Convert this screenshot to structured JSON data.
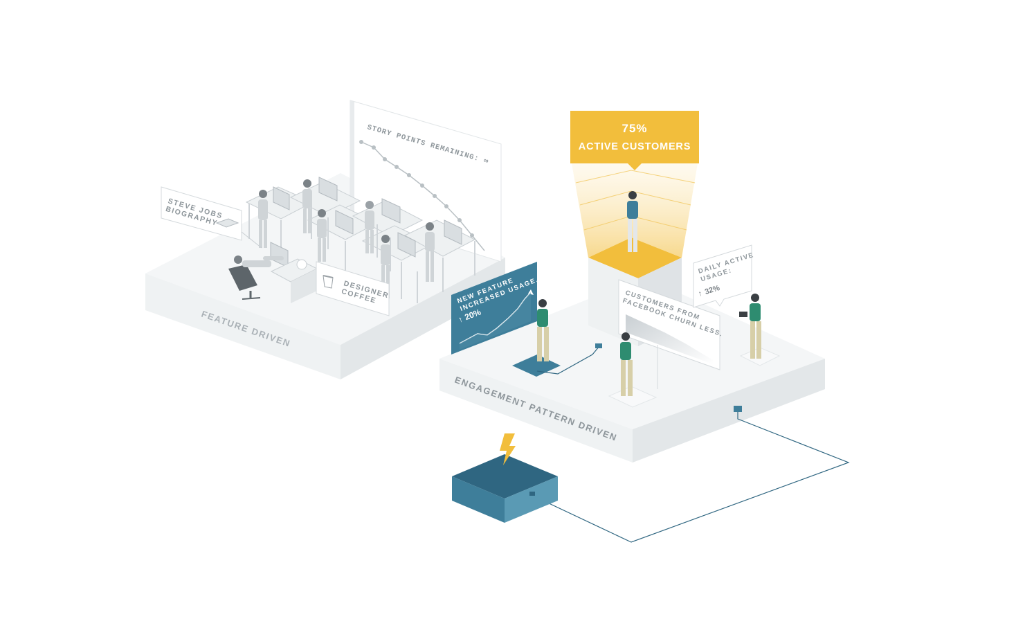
{
  "scene": {
    "feature_zone_label": "FEATURE DRIVEN",
    "engagement_zone_label": "ENGAGEMENT PATTERN DRIVEN",
    "story_board_title": "STORY POINTS REMAINING: ∞",
    "steve_jobs_card": [
      "STEVE JOBS",
      "BIOGRAPHY"
    ],
    "coffee_card": [
      "DESIGNER",
      "COFFEE"
    ],
    "feature_usage_panel": {
      "lines": [
        "NEW FEATURE",
        "INCREASED USAGE."
      ],
      "stat": "20%",
      "arrow": "up-arrow-icon"
    },
    "active_customers_banner": {
      "value": "75%",
      "label": "ACTIVE CUSTOMERS"
    },
    "facebook_card": [
      "CUSTOMERS FROM",
      "FACEBOOK CHURN LESS."
    ],
    "daily_active_card": {
      "lines": [
        "DAILY ACTIVE",
        "USAGE:"
      ],
      "stat": "32%",
      "arrow": "up-arrow-icon"
    },
    "power_icon": "lightning-bolt-icon",
    "colors": {
      "gold": "#F2BE3C",
      "teal": "#3E7E9A",
      "teal_dark": "#2F6681",
      "green_shirt": "#2E8C70",
      "platform_top": "#F3F5F6",
      "platform_side": "#E7EAEC",
      "text_gray": "#9AA2A8"
    }
  }
}
